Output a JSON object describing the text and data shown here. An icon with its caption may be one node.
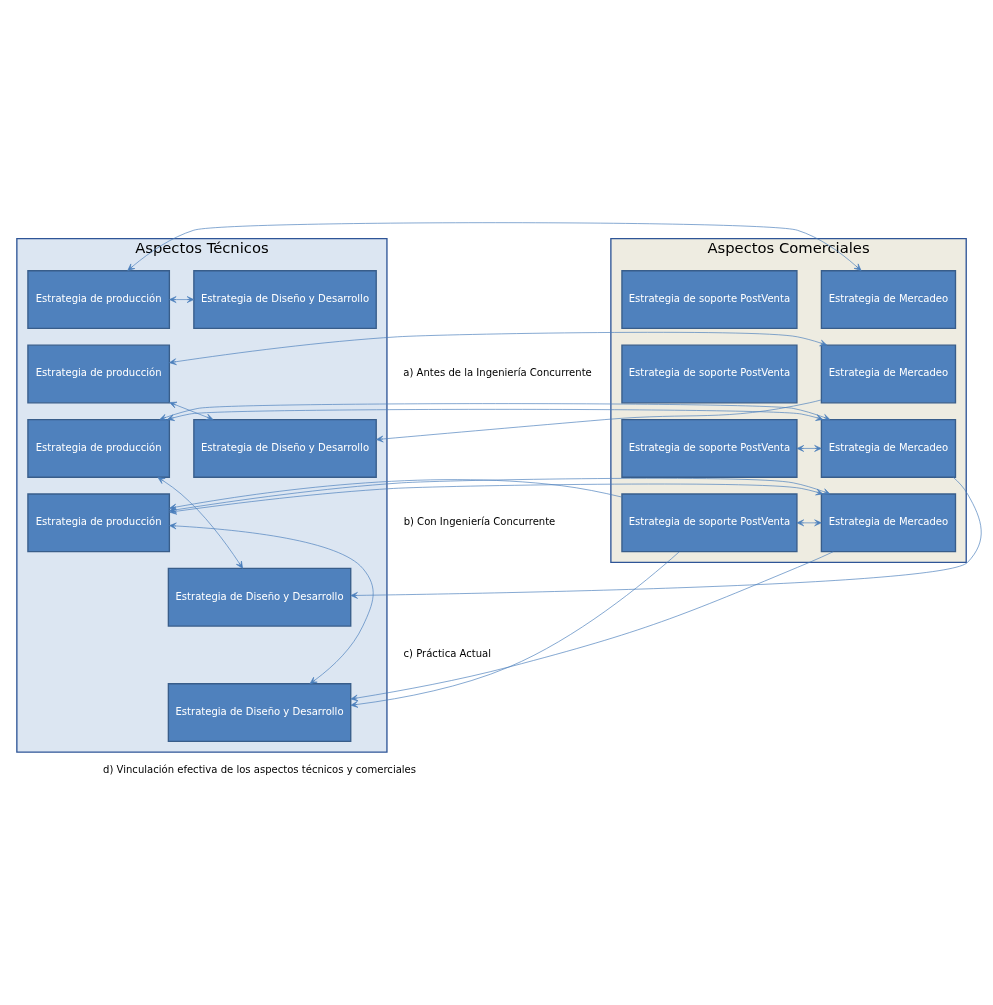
{
  "diagram": {
    "nodes": [
      {
        "text": [
          "Aspectos Técnicos"
        ]
      },
      {
        "text": [
          "Aspectos Comerciales"
        ]
      },
      {
        "text": [
          "Estrategia de Diseño y Desarrollo"
        ],
        "in": 0
      },
      {
        "text": [
          "Estrategia de producción"
        ],
        "in": 0
      },
      {
        "text": [
          "Estrategia de Mercadeo"
        ],
        "in": 1
      },
      {
        "text": [
          "Estrategia de soporte PostVenta"
        ],
        "in": 1
      },
      {
        "text": [
          "Estrategia de Diseño y Desarrollo"
        ],
        "in": 0
      },
      {
        "text": [
          "Estrategia de producción"
        ],
        "in": 0
      },
      {
        "text": [
          "Estrategia de Mercadeo"
        ],
        "in": 1
      },
      {
        "text": [
          "Estrategia de soporte PostVenta"
        ],
        "in": 1
      },
      {
        "text": [
          "Estrategia de Diseño y Desarrollo"
        ],
        "in": 0
      },
      {
        "text": [
          "Estrategia de producción"
        ],
        "in": 0
      },
      {
        "text": [
          "Estrategia de Mercadeo"
        ],
        "in": 1
      },
      {
        "text": [
          "Estrategia de soporte PostVenta"
        ],
        "in": 1
      },
      {
        "text": [
          "Estrategia de Diseño y Desarrollo"
        ],
        "in": 0
      },
      {
        "text": [
          "Estrategia de producción"
        ],
        "in": 0
      },
      {
        "text": [
          "Estrategia de Mercadeo"
        ],
        "in": 1
      },
      {
        "text": [
          "Estrategia de soporte PostVenta"
        ],
        "in": 1
      }
    ],
    "edges": [
      {
        "from": 2,
        "to": 3,
        "arrow": "both"
      },
      {
        "from": 3,
        "to": 4,
        "arrow": "both"
      },
      {
        "from": 6,
        "to": 7,
        "arrow": "both"
      },
      {
        "from": 7,
        "to": 8,
        "arrow": "both"
      },
      {
        "from": 8,
        "to": 6,
        "arrow": "to"
      },
      {
        "from": 10,
        "to": 11,
        "arrow": "both"
      },
      {
        "from": 11,
        "to": 12,
        "arrow": "both"
      },
      {
        "from": 12,
        "to": 13,
        "arrow": "both"
      },
      {
        "from": 12,
        "to": 10,
        "arrow": "to"
      },
      {
        "from": 17,
        "to": 14,
        "arrow": "to"
      },
      {
        "from": 17,
        "to": 15,
        "arrow": "to"
      },
      {
        "from": 14,
        "to": 15,
        "arrow": "both"
      },
      {
        "from": 15,
        "to": 16,
        "arrow": "both"
      },
      {
        "from": 16,
        "to": 17,
        "arrow": "both"
      },
      {
        "from": 16,
        "to": 14,
        "arrow": "to"
      }
    ],
    "labels": [
      "a) Antes de la Ingeniería Concurrente",
      "b) Con Ingeniería Concurrente",
      "c) Práctica Actual",
      "d) Vinculación efectiva de los aspectos técnicos y comerciales"
    ]
  }
}
